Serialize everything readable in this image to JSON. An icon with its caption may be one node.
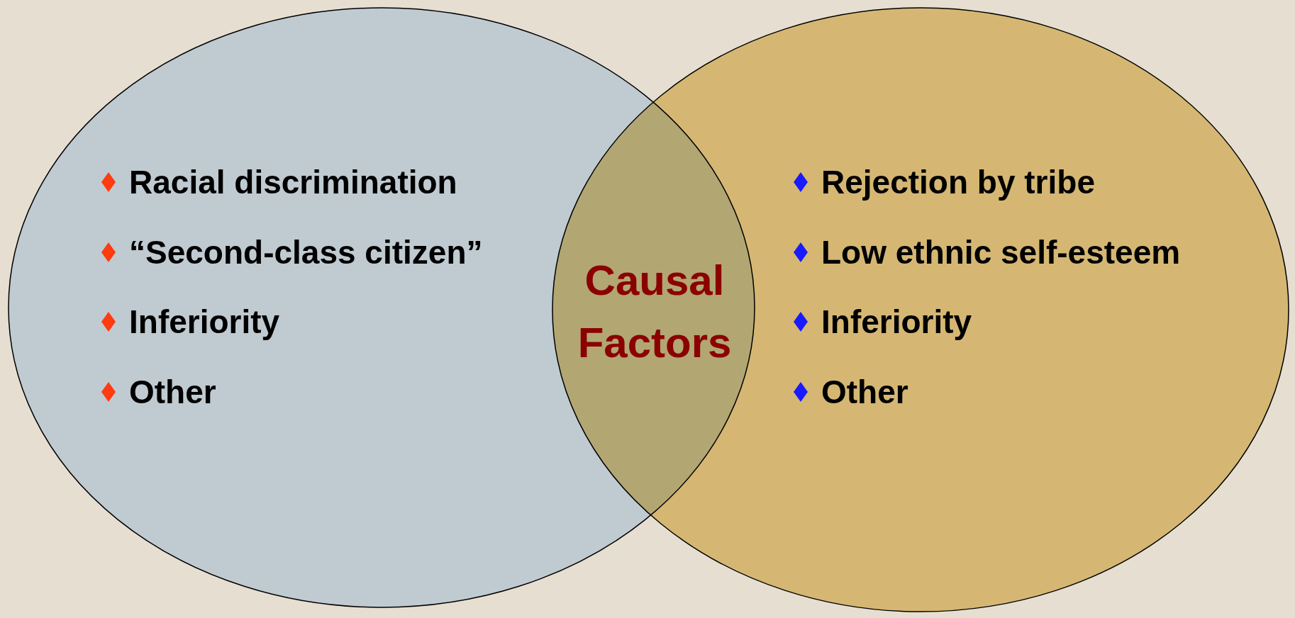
{
  "diagram": {
    "nodes": [
      {
        "text": [
          "Racial discrimination",
          "“Second-class citizen”",
          "Inferiority",
          "Other"
        ]
      },
      {
        "text": [
          "Rejection by tribe",
          "Low ethnic self-esteem",
          "Inferiority",
          "Other"
        ]
      },
      {
        "text": [
          "Causal Factors"
        ]
      }
    ]
  }
}
